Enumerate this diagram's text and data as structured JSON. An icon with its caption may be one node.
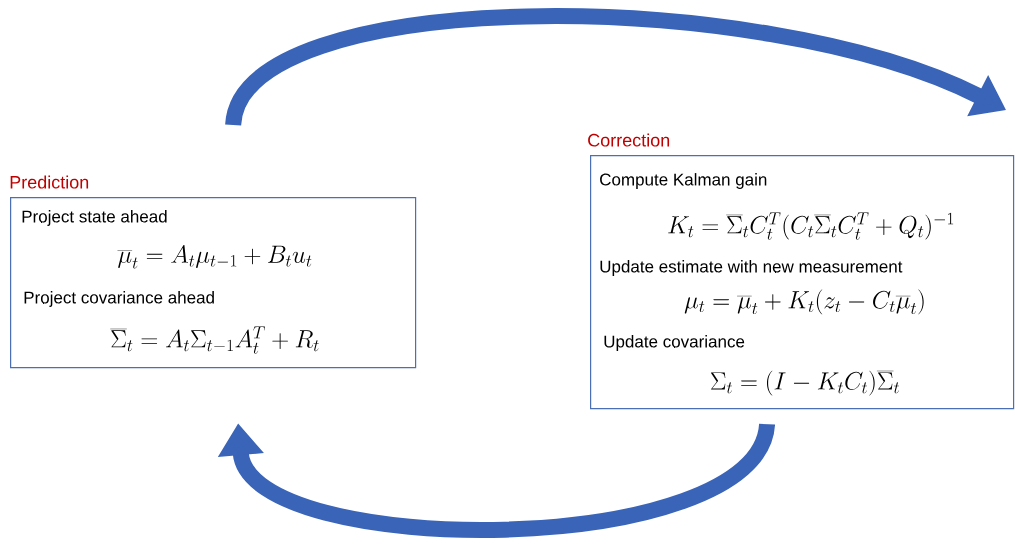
{
  "diagram": {
    "nodes": [
      {
        "text": [
          "Prediction",
          "Project state ahead",
          "\\overline{\\mu}_t = A_t \\mu_{t-1} + B_t u_t",
          "Project covariance ahead",
          "\\overline{\\Sigma}_t = A_t \\Sigma_{t-1} A_t^T + R_t"
        ]
      },
      {
        "text": [
          "Correction",
          "Compute Kalman gain",
          "K_t = \\overline{\\Sigma}_t C_t^T (C_t \\overline{\\Sigma}_t C_t^T + Q_t)^{-1}",
          "Update estimate with new measurement",
          "\\mu_t = \\overline{\\mu}_t + K_t (z_t - C_t \\overline{\\mu}_t)",
          "Update covariance",
          "\\Sigma_t = (I - K_t C_t) \\overline{\\Sigma}_t"
        ]
      }
    ],
    "edges": [
      {
        "from": 0,
        "to": 1,
        "arrow": "to"
      },
      {
        "from": 1,
        "to": 0,
        "arrow": "to"
      }
    ]
  }
}
